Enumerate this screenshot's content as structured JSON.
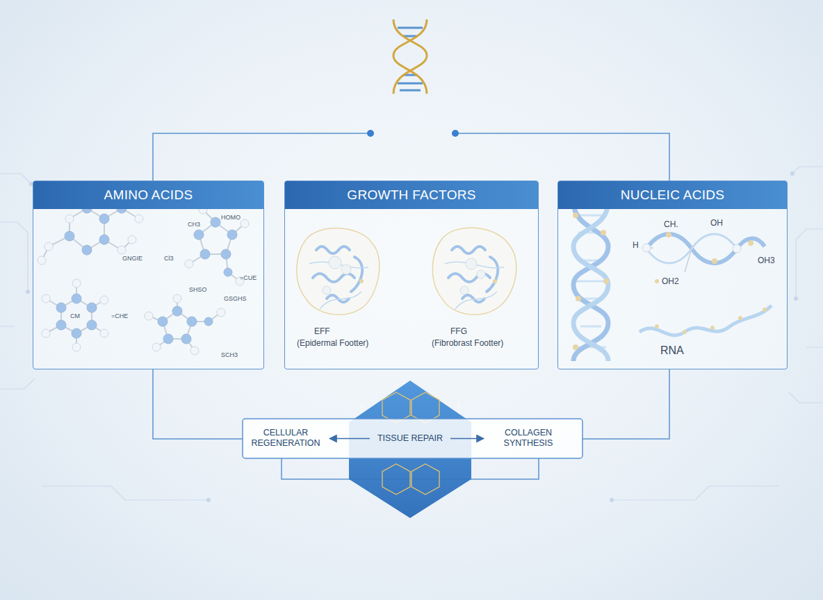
{
  "diagram": {
    "nodes": [
      {
        "text": [
          "AMINO ACIDS"
        ]
      },
      {
        "text": [
          "GROWTH FACTORS"
        ]
      },
      {
        "text": [
          "NUCLEIC ACIDS"
        ]
      },
      {
        "text": [
          "CELLULAR REGENERATION"
        ]
      },
      {
        "text": [
          "TISSUE REPAIR"
        ]
      },
      {
        "text": [
          "COLLAGEN SYNTHESIS"
        ]
      }
    ],
    "edges": [
      {
        "from": 4,
        "to": 3,
        "arrow": "to"
      },
      {
        "from": 4,
        "to": 5,
        "arrow": "to"
      }
    ],
    "labels": [
      "GNGIE",
      "Cl3",
      "CH3",
      "HOMO",
      "=CUE",
      "SHSO",
      "GSGHS",
      "CM",
      "=CHE",
      "SCH3",
      "EFF",
      "(Epidermal Footter)",
      "FFG",
      "(Fibrobrast Footter)",
      "CH.",
      "OH",
      "H",
      "OH3",
      "OH2",
      "RNA"
    ]
  }
}
